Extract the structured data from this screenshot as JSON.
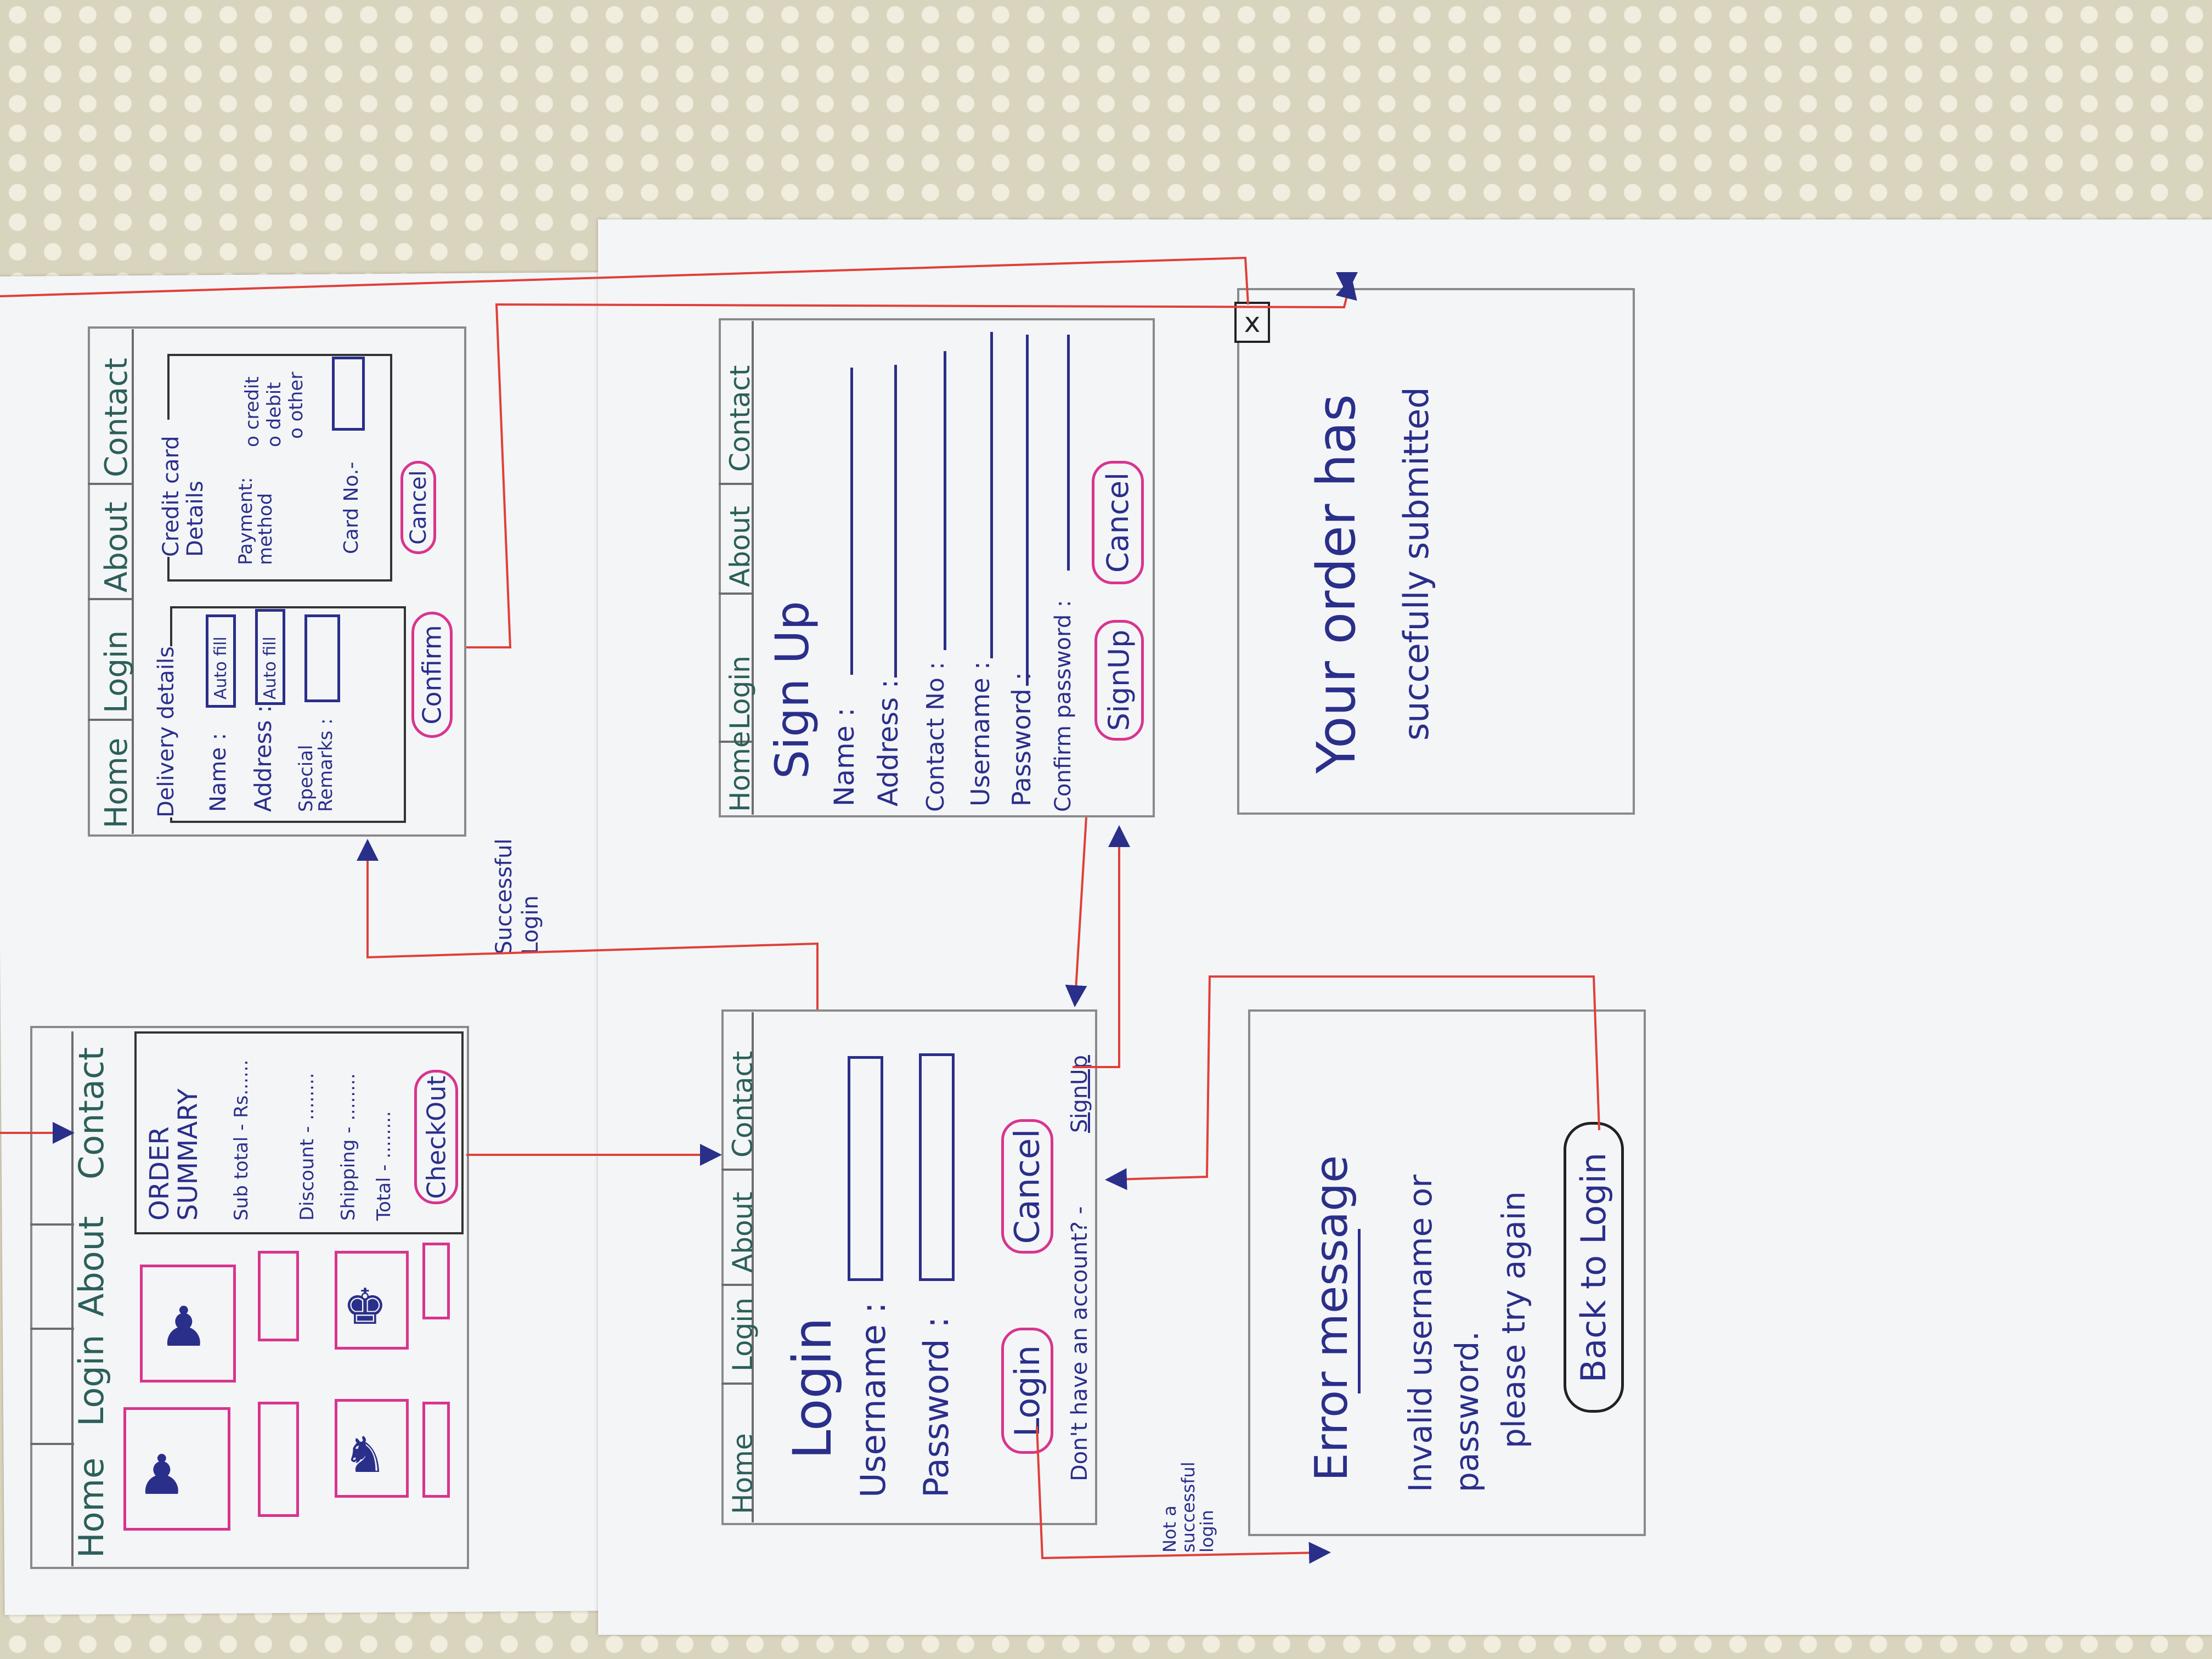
{
  "nav": {
    "home": "Home",
    "login": "Login",
    "about": "About",
    "contact": "Contact"
  },
  "product_page": {
    "order_summary_title": "ORDER SUMMARY",
    "subtotal_label": "Sub total - Rs......",
    "discount_label": "Discount - ........",
    "shipping_label": "Shipping - ........",
    "total_label": "Total - ........",
    "checkout_button": "CheckOut"
  },
  "checkout_page": {
    "delivery_details_title": "Delivery details",
    "name_label": "Name :",
    "autofill_1": "Auto fill",
    "address_label": "Address :",
    "autofill_2": "Auto fill",
    "special_remarks_label": "Special Remarks :",
    "credit_card_title": "Credit card Details",
    "payment_method_label": "Payment: method",
    "option_credit": "o credit",
    "option_debit": "o debit",
    "option_other": "o other",
    "card_no_label": "Card No.-",
    "confirm_button": "Confirm",
    "cancel_button": "Cancel"
  },
  "login_page": {
    "title": "Login",
    "username_label": "Username :",
    "password_label": "Password :",
    "login_button": "Login",
    "cancel_button": "Cancel",
    "no_account_text": "Don't have an account? -",
    "signup_link": "SignUp"
  },
  "signup_page": {
    "title": "Sign Up",
    "name_label": "Name :",
    "address_label": "Address :",
    "contact_label": "Contact No :",
    "username_label": "Username :",
    "password_label": "Password :",
    "confirm_password_label": "Confirm password :",
    "signup_button": "SignUp",
    "cancel_button": "Cancel"
  },
  "success_popup": {
    "close_icon": "x",
    "message_line1": "Your order has",
    "message_line2": "succefully submitted"
  },
  "error_popup": {
    "title": "Error message",
    "line1": "Invalid username or",
    "line2": "password.",
    "line3": "please try again",
    "back_button": "Back to Login"
  },
  "annotations": {
    "successful_login": "Successful Login",
    "not_successful_login": "Not a successful login"
  },
  "colors": {
    "ink": "#2a2f8a",
    "pink": "#d8348f",
    "arrow": "#e0403a",
    "frame": "#8a8a8a"
  }
}
